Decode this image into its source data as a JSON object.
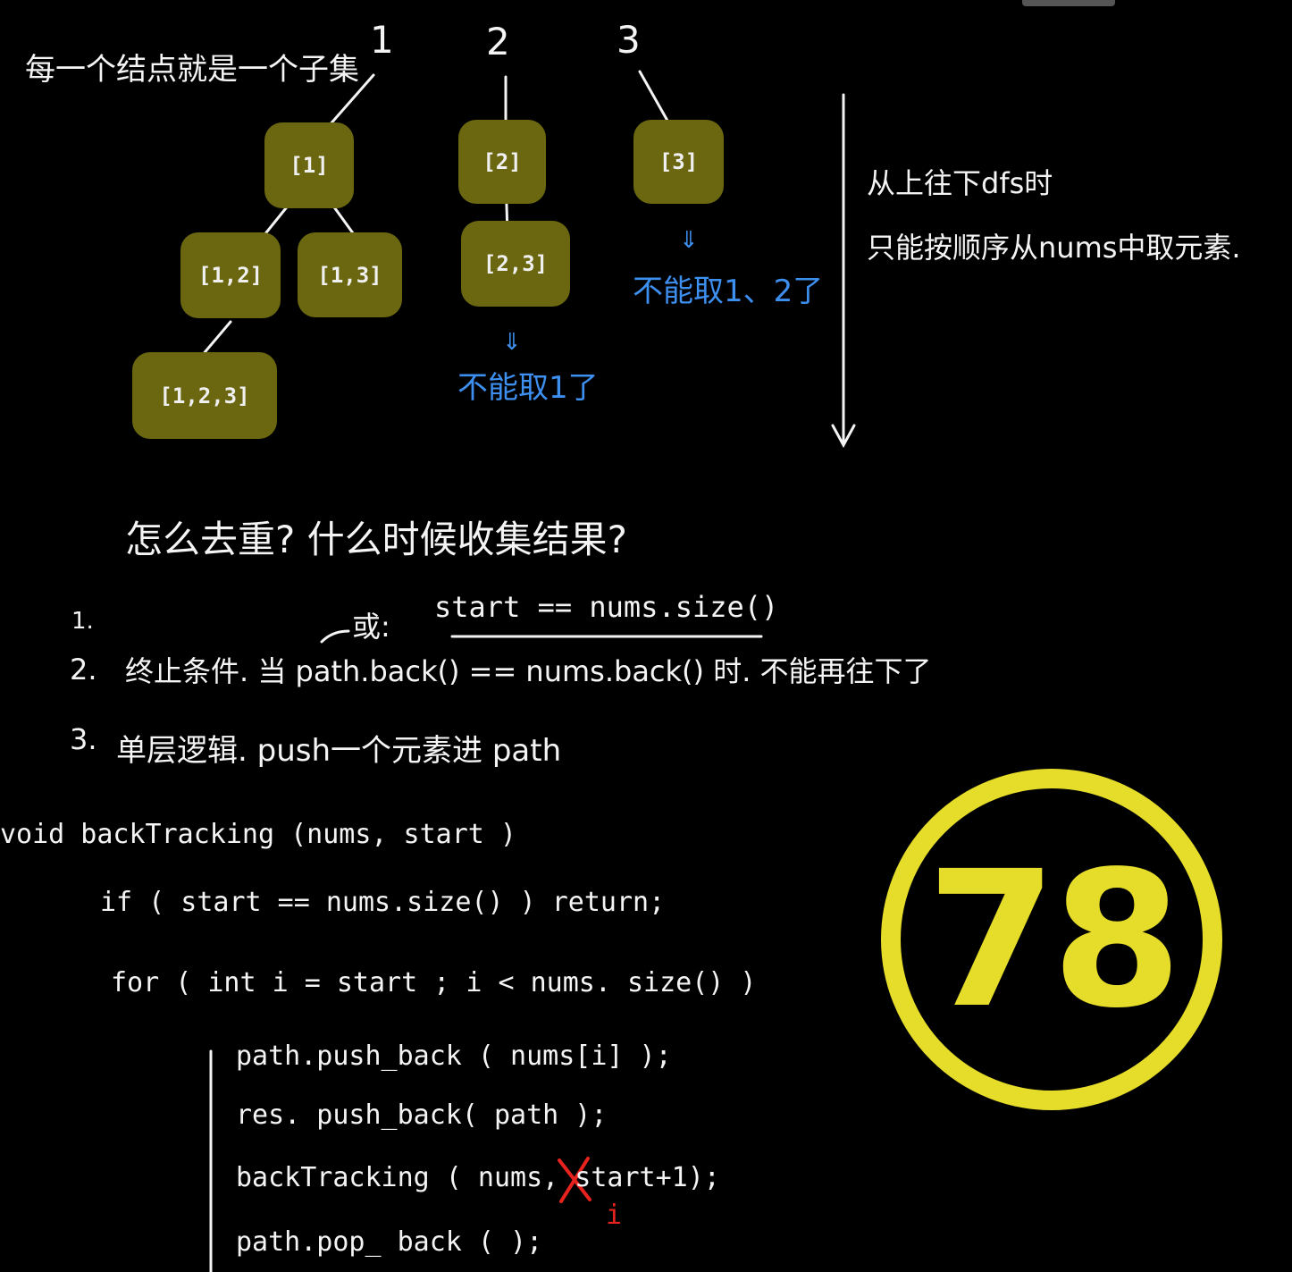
{
  "title_note": "每一个结点就是一个子集",
  "column_labels": [
    "1",
    "2",
    "3"
  ],
  "nodes": {
    "n1": "[1]",
    "n2": "[2]",
    "n3": "[3]",
    "n12": "[1,2]",
    "n13": "[1,3]",
    "n23": "[2,3]",
    "n123": "[1,2,3]"
  },
  "blue_notes": {
    "under_n3": "不能取1、2了",
    "under_n23": "不能取1了",
    "arrow": "⇓"
  },
  "side_note": {
    "line1": "从上往下dfs时",
    "line2": "只能按顺序从nums中取元素."
  },
  "question": "怎么去重? 什么时候收集结果?",
  "points": {
    "p1_number": "1.",
    "p1_alt_prefix": "或:",
    "p1_condition": "start == nums.size()",
    "p2_number": "2.",
    "p2_text": "终止条件. 当 path.back() == nums.back() 时. 不能再往下了",
    "p3_number": "3.",
    "p3_text": "单层逻辑. push一个元素进 path"
  },
  "code": {
    "line1": "void  backTracking (nums, start )",
    "line2": "if ( start == nums.size() )  return;",
    "line3": "for ( int i = start ; i < nums. size() )",
    "line4": "path.push_back ( nums[i] );",
    "line5": "res. push_back( path );",
    "line6": "backTracking ( nums, start+1);",
    "line7": "path.pop_ back ( );",
    "correction": "i"
  },
  "badge_number": "78",
  "colors": {
    "node_fill": "#6b6710",
    "blue_ink": "#3d8ff0",
    "badge": "#e6dd2a",
    "correction": "#e8231e"
  }
}
